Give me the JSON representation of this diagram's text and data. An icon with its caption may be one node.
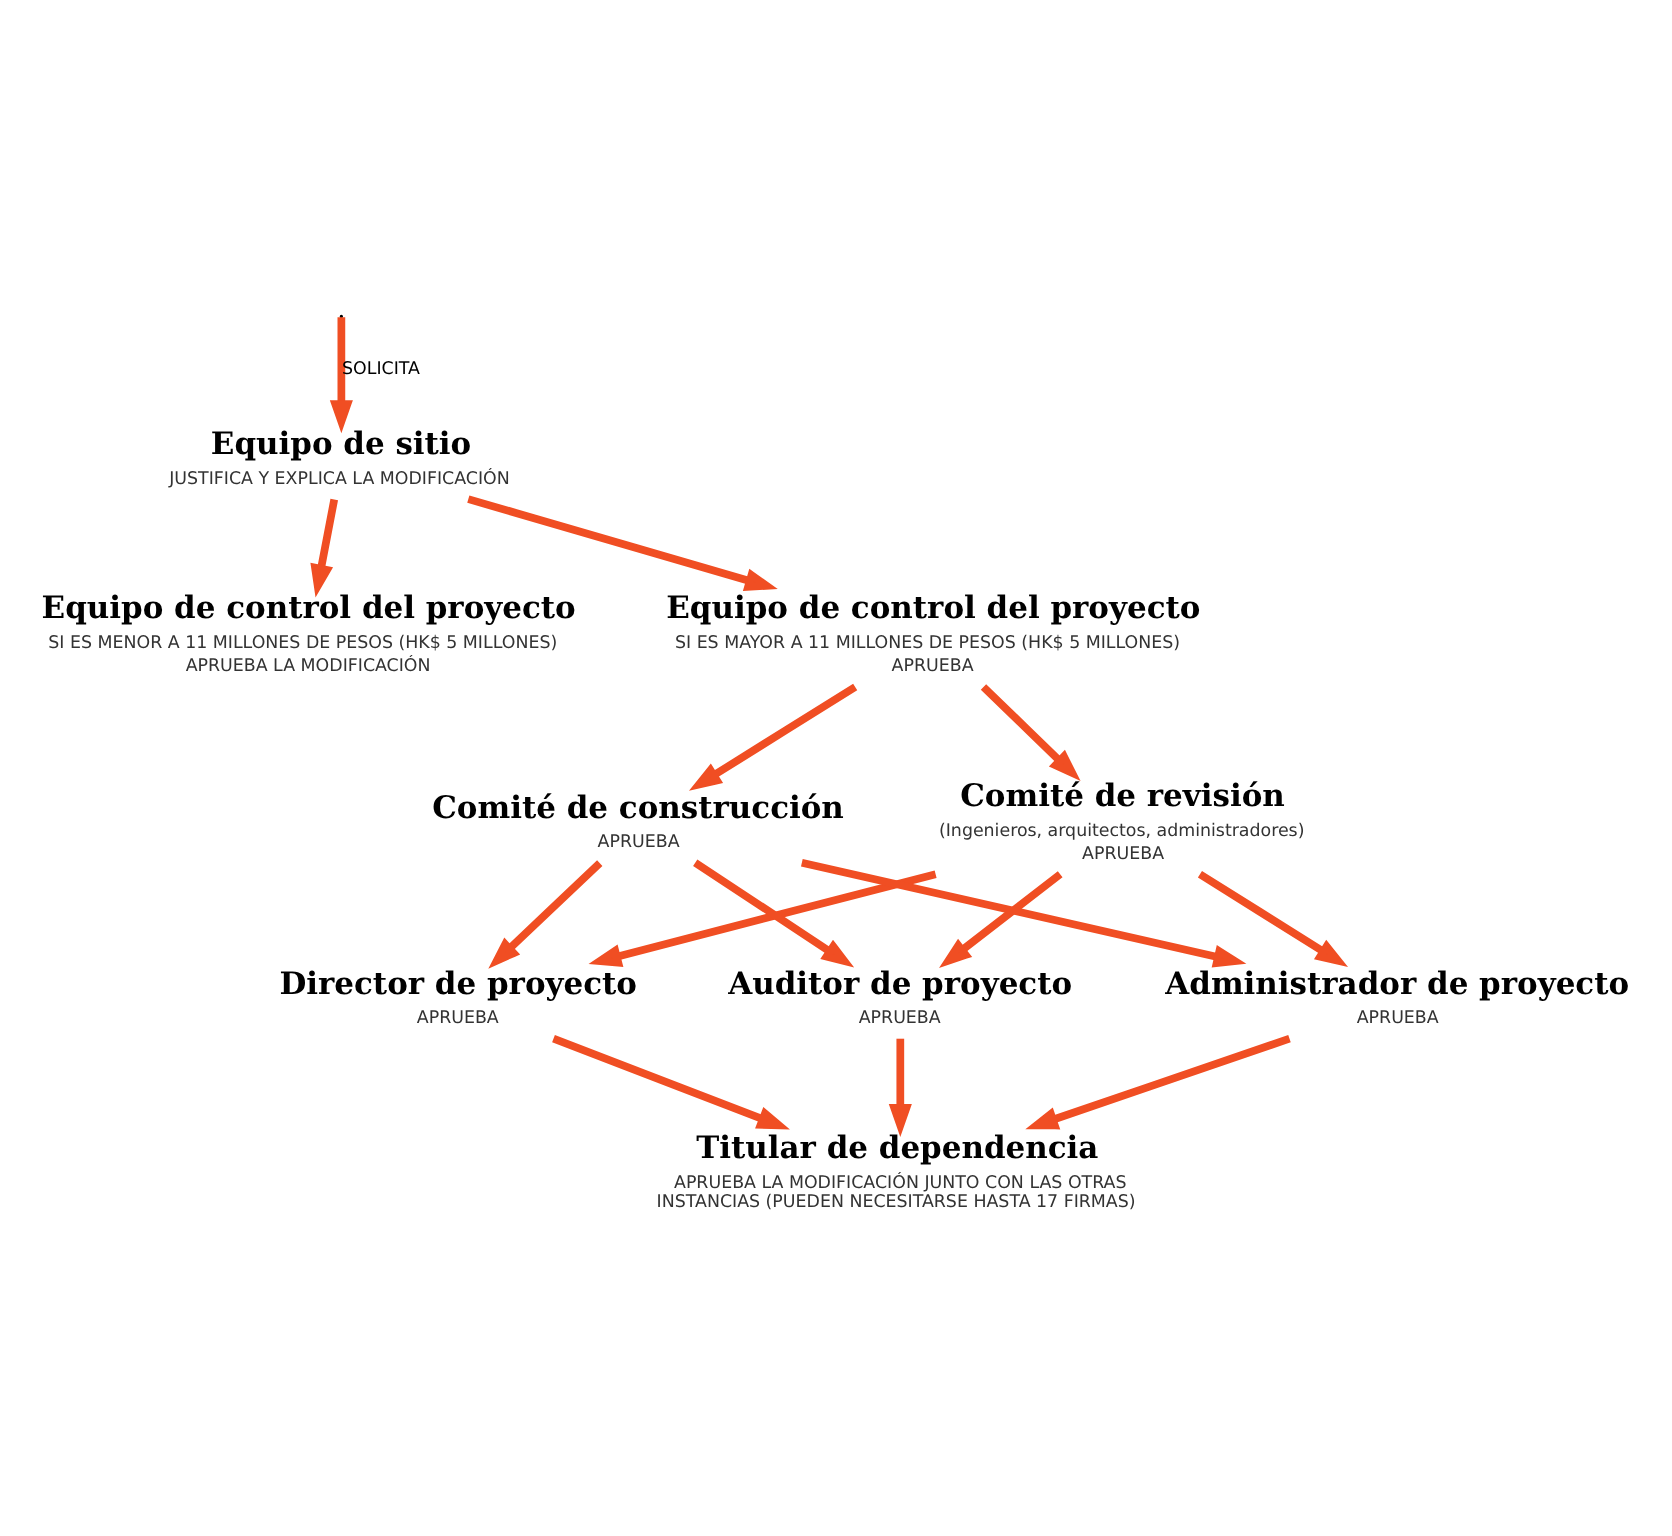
{
  "diagram": {
    "nodes": [
      {
        "text": [
          "Equipo de sitio",
          "JUSTIFICA Y EXPLICA LA MODIFICACIÓN"
        ]
      },
      {
        "text": [
          "Equipo de control del proyecto",
          "SI ES MENOR A 11 MILLONES DE PESOS (HK$ 5 MILLONES)",
          "APRUEBA LA MODIFICACIÓN"
        ]
      },
      {
        "text": [
          "Equipo de control del proyecto",
          "SI ES MAYOR A 11 MILLONES DE PESOS (HK$ 5 MILLONES)",
          "APRUEBA"
        ]
      },
      {
        "text": [
          "Comité de revisión",
          "(Ingenieros, arquitectos, administradores)",
          "APRUEBA"
        ]
      },
      {
        "text": [
          "Comité de construcción",
          "APRUEBA"
        ]
      },
      {
        "text": [
          "Director de proyecto",
          "APRUEBA"
        ]
      },
      {
        "text": [
          "Administrador de proyecto",
          "APRUEBA"
        ]
      },
      {
        "text": [
          "Auditor de proyecto",
          "APRUEBA"
        ]
      },
      {
        "text": [
          "Titular de dependencia",
          "APRUEBA LA MODIFICACIÓN JUNTO CON LAS OTRAS INSTANCIAS (PUEDEN NECESITARSE HASTA 17 FIRMAS)"
        ]
      }
    ],
    "edges": [
      {
        "from": null,
        "to": 0,
        "arrow": "to",
        "label": "SOLICITA"
      },
      {
        "from": 0,
        "to": 1,
        "arrow": "to"
      },
      {
        "from": 0,
        "to": 2,
        "arrow": "to"
      },
      {
        "from": 2,
        "to": 3,
        "arrow": "to"
      },
      {
        "from": 2,
        "to": 4,
        "arrow": "to"
      },
      {
        "from": 3,
        "to": 5,
        "arrow": "to"
      },
      {
        "from": 3,
        "to": 6,
        "arrow": "to"
      },
      {
        "from": 3,
        "to": 7,
        "arrow": "to"
      },
      {
        "from": 4,
        "to": 5,
        "arrow": "to"
      },
      {
        "from": 4,
        "to": 6,
        "arrow": "to"
      },
      {
        "from": 4,
        "to": 7,
        "arrow": "to"
      },
      {
        "from": 5,
        "to": 8,
        "arrow": "to"
      },
      {
        "from": 6,
        "to": 8,
        "arrow": "to"
      },
      {
        "from": 7,
        "to": 8,
        "arrow": "to"
      }
    ]
  }
}
